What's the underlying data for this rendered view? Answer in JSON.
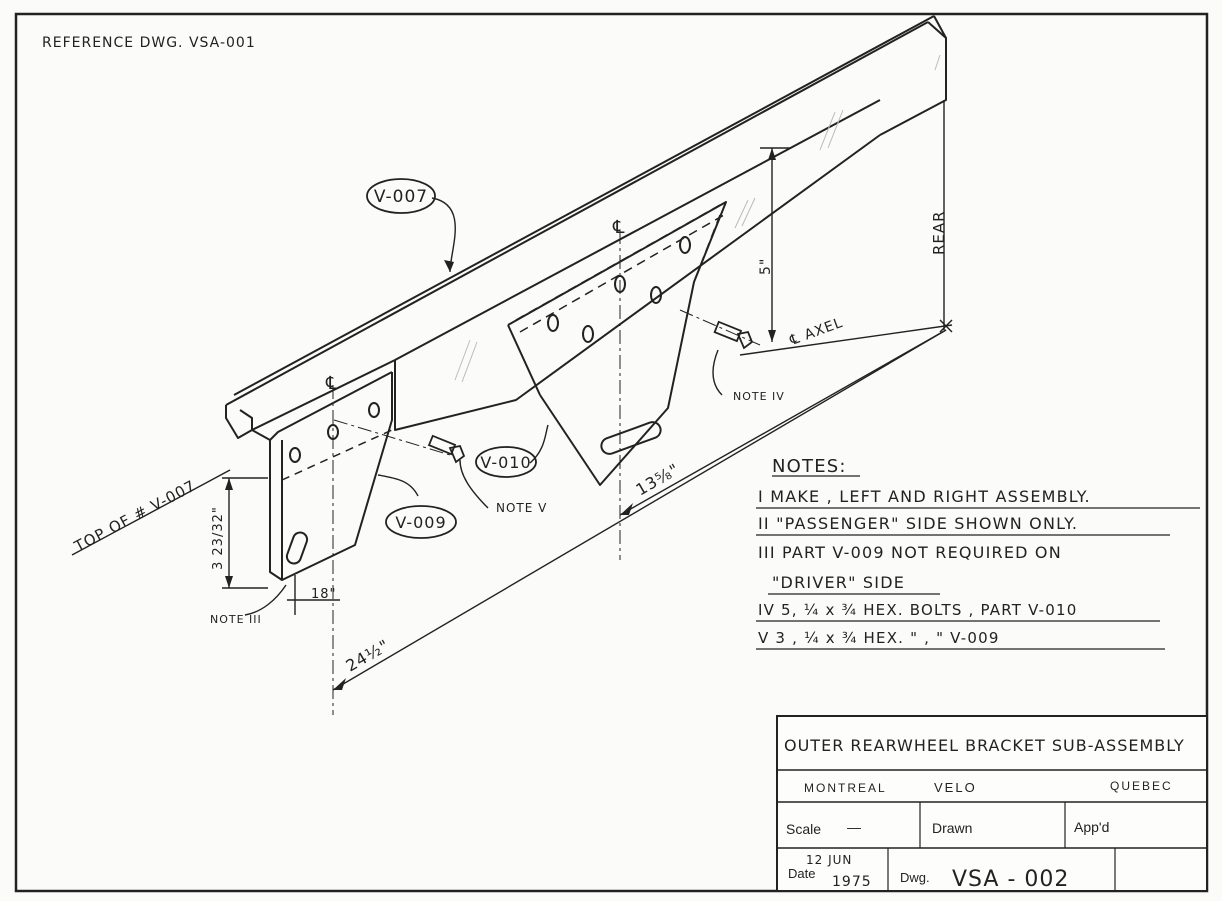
{
  "reference": "REFERENCE DWG. VSA-001",
  "parts": {
    "v007": "V-007",
    "v009": "V-009",
    "v010": "V-010"
  },
  "labels": {
    "top_of": "TOP OF # V-007",
    "rear": "REAR",
    "axel": "℄ AXEL",
    "note_iii": "NOTE III",
    "note_iv": "NOTE IV",
    "note_v": "NOTE V",
    "centerline": "℄"
  },
  "dimensions": {
    "d_5": "5\"",
    "d_3_23_32": "3 23/32\"",
    "d_18": "18\"",
    "d_24_half": "24½\"",
    "d_13_5_8": "13⅝\""
  },
  "notes": {
    "heading": "NOTES:",
    "items": [
      "I MAKE , LEFT AND RIGHT ASSEMBLY.",
      "II \"PASSENGER\" SIDE SHOWN ONLY.",
      "III PART V-009 NOT REQUIRED ON",
      "\"DRIVER\" SIDE",
      "IV 5, ¼ x ¾ HEX. BOLTS , PART V-010",
      "V 3 , ¼ x ¾ HEX.   \"   ,   \"    V-009"
    ]
  },
  "title_block": {
    "title": "OUTER REARWHEEL BRACKET SUB-ASSEMBLY",
    "city": "MONTREAL",
    "company": "VELO",
    "province": "QUEBEC",
    "scale_label": "Scale",
    "scale_value": "—",
    "drawn_label": "Drawn",
    "appd_label": "App'd",
    "date_label": "Date",
    "date_day": "12 JUN",
    "date_year": "1975",
    "dwg_label": "Dwg.",
    "dwg_number": "VSA - 002"
  }
}
